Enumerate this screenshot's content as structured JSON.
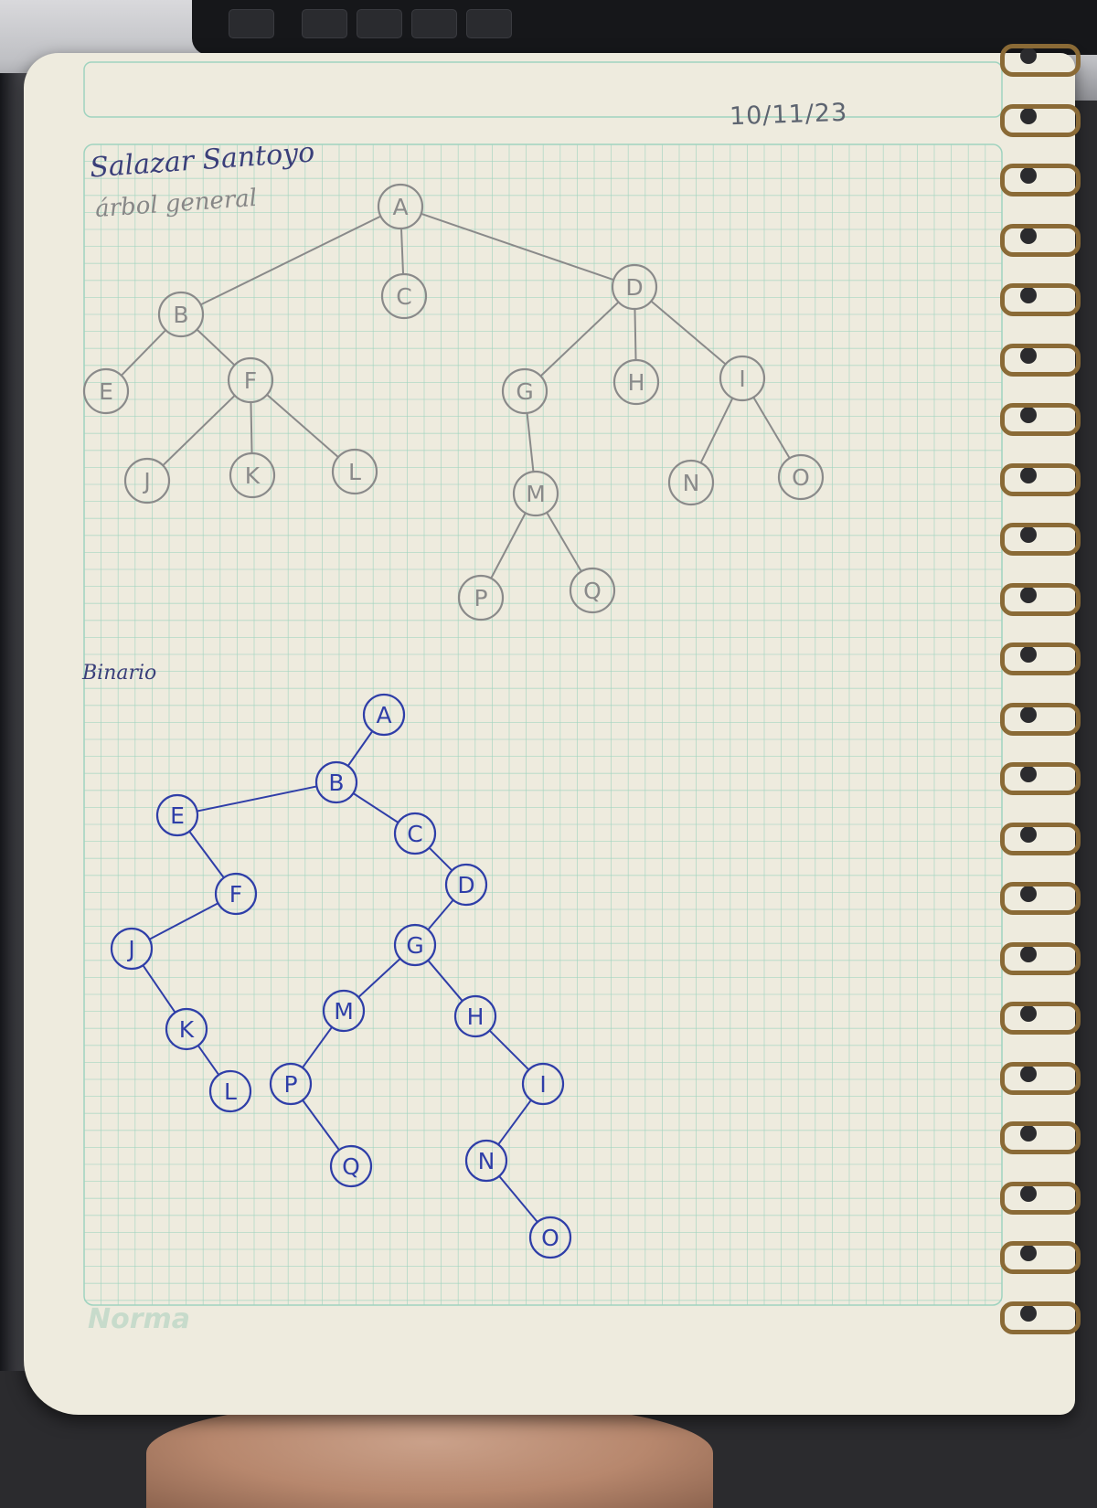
{
  "header": {
    "student_name": "Salazar Santoyo",
    "date": "10/11/23"
  },
  "general_tree": {
    "title": "árbol general",
    "nodes": [
      {
        "id": "A"
      },
      {
        "id": "B"
      },
      {
        "id": "C"
      },
      {
        "id": "D"
      },
      {
        "id": "E"
      },
      {
        "id": "F"
      },
      {
        "id": "G"
      },
      {
        "id": "H"
      },
      {
        "id": "I"
      },
      {
        "id": "J"
      },
      {
        "id": "K"
      },
      {
        "id": "L"
      },
      {
        "id": "M"
      },
      {
        "id": "N"
      },
      {
        "id": "O"
      },
      {
        "id": "P"
      },
      {
        "id": "Q"
      }
    ],
    "edges": [
      [
        "A",
        "B"
      ],
      [
        "A",
        "C"
      ],
      [
        "A",
        "D"
      ],
      [
        "B",
        "E"
      ],
      [
        "B",
        "F"
      ],
      [
        "F",
        "J"
      ],
      [
        "F",
        "K"
      ],
      [
        "F",
        "L"
      ],
      [
        "D",
        "G"
      ],
      [
        "D",
        "H"
      ],
      [
        "D",
        "I"
      ],
      [
        "G",
        "M"
      ],
      [
        "M",
        "P"
      ],
      [
        "M",
        "Q"
      ],
      [
        "I",
        "N"
      ],
      [
        "I",
        "O"
      ]
    ],
    "ink_color": "#8a8a8a"
  },
  "binary_tree": {
    "title": "Binario",
    "nodes": [
      {
        "id": "A"
      },
      {
        "id": "B"
      },
      {
        "id": "E"
      },
      {
        "id": "C"
      },
      {
        "id": "F"
      },
      {
        "id": "D"
      },
      {
        "id": "J"
      },
      {
        "id": "G"
      },
      {
        "id": "M"
      },
      {
        "id": "H"
      },
      {
        "id": "K"
      },
      {
        "id": "L"
      },
      {
        "id": "P"
      },
      {
        "id": "I"
      },
      {
        "id": "N"
      },
      {
        "id": "Q"
      },
      {
        "id": "O"
      }
    ],
    "edges": [
      [
        "A",
        "B"
      ],
      [
        "B",
        "E"
      ],
      [
        "B",
        "C"
      ],
      [
        "E",
        "F"
      ],
      [
        "F",
        "J"
      ],
      [
        "J",
        "K"
      ],
      [
        "K",
        "L"
      ],
      [
        "C",
        "D"
      ],
      [
        "D",
        "G"
      ],
      [
        "G",
        "M"
      ],
      [
        "G",
        "H"
      ],
      [
        "M",
        "P"
      ],
      [
        "P",
        "Q"
      ],
      [
        "H",
        "I"
      ],
      [
        "I",
        "N"
      ],
      [
        "N",
        "O"
      ]
    ],
    "ink_color": "#2f3ea8"
  },
  "brand": "Norma",
  "colors": {
    "paper": "#eeebde",
    "grid": "#9fd3bf",
    "spiral": "#8a6a36"
  }
}
